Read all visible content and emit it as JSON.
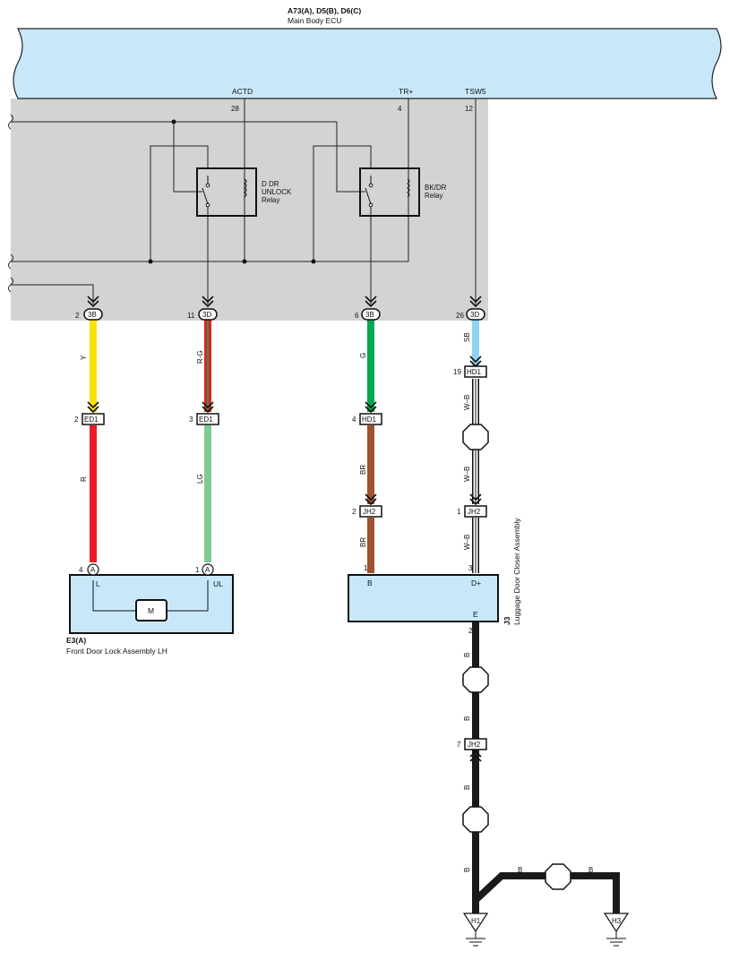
{
  "ecu": {
    "connectors": "A73(A), D5(B), D6(C)",
    "name": "Main Body ECU",
    "pin_actd_label": "ACTD",
    "pin_actd_num": "28",
    "pin_tr_label": "TR+",
    "pin_tr_num": "4",
    "pin_tsw5_label": "TSW5",
    "pin_tsw5_num": "12"
  },
  "relays": {
    "ddr_line1": "D DR",
    "ddr_line2": "UNLOCK",
    "ddr_line3": "Relay",
    "bkdr_line1": "BK/DR",
    "bkdr_line2": "Relay"
  },
  "connectors": {
    "c1_pin": "2",
    "c1_id": "3B",
    "c2_pin": "11",
    "c2_id": "3D",
    "c3_pin": "6",
    "c3_id": "3B",
    "c4_pin": "26",
    "c4_id": "3D",
    "ed1a_pin": "2",
    "ed1a_id": "ED1",
    "ed1b_pin": "3",
    "ed1b_id": "ED1",
    "hd1a_pin": "4",
    "hd1a_id": "HD1",
    "hd1b_pin": "19",
    "hd1b_id": "HD1",
    "jh2a_pin": "2",
    "jh2a_id": "JH2",
    "jh2b_pin": "1",
    "jh2b_id": "JH2",
    "jh2c_pin": "7",
    "jh2c_id": "JH2",
    "e3_pin4": "4",
    "e3_pin1": "1",
    "e3_conn": "A",
    "j3_pin1": "1",
    "j3_pin3": "3",
    "j3_pin2": "2"
  },
  "wires": {
    "y": "Y",
    "r": "R",
    "rg": "R-G",
    "lg": "LG",
    "g": "G",
    "br": "BR",
    "sb": "SB",
    "wb": "W–B",
    "b": "B"
  },
  "colors": {
    "ecu_fill": "#c8e8fa",
    "shade": "#d3d3d3",
    "yellow": "#fae200",
    "red": "#ec1c24",
    "light_green": "#7ecb94",
    "green": "#00a651",
    "brown": "#a0522d",
    "sky_blue": "#8fd3f3",
    "black": "#1a1a1a"
  },
  "components": {
    "e3_id": "E3(A)",
    "e3_name": "Front Door Lock Assembly LH",
    "e3_pin_l": "L",
    "e3_pin_ul": "UL",
    "motor": "M",
    "j3_id": "J3",
    "j3_name": "Luggage Door Closer Assembly",
    "j3_pin_b": "B",
    "j3_pin_d": "D+",
    "j3_pin_e": "E"
  },
  "grounds": {
    "h1": "H1",
    "h3": "H3"
  }
}
